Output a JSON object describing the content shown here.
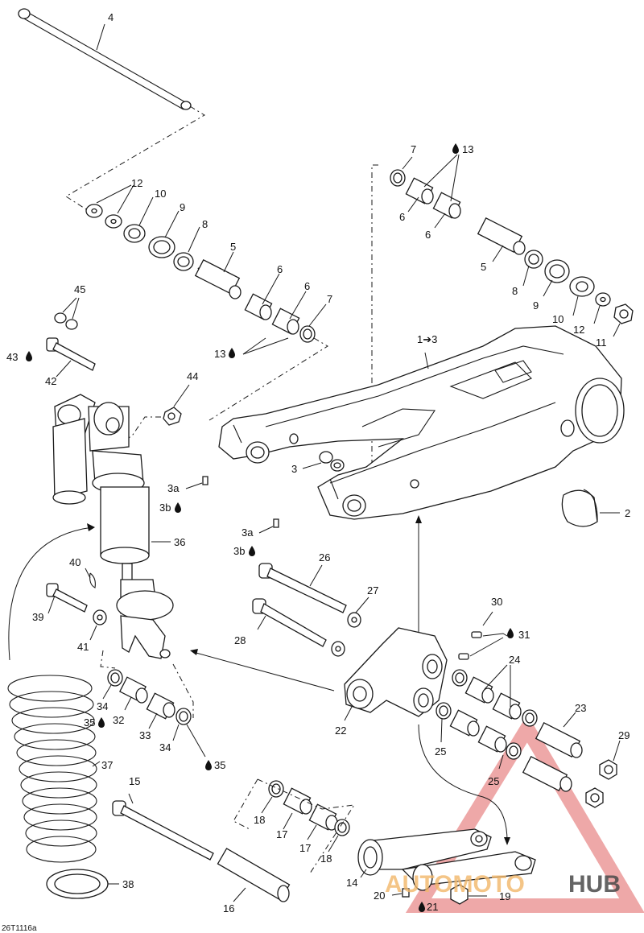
{
  "diagram_code": "26T1116a",
  "watermark": {
    "word_a": "AUTOMOTO",
    "word_b": "HUB",
    "color_a": "#f2b76a",
    "color_b": "#4a4a4a",
    "triangle_color": "#e06060"
  },
  "labels": {
    "l1_3": "1➔3",
    "l2": "2",
    "l3": "3",
    "l3a_1": "3a",
    "l3b_1": "3b",
    "l3a_2": "3a",
    "l3b_2": "3b",
    "l4": "4",
    "l5_a": "5",
    "l5_b": "5",
    "l6_a": "6",
    "l6_b": "6",
    "l6_c": "6",
    "l6_d": "6",
    "l7_a": "7",
    "l7_b": "7",
    "l8_a": "8",
    "l8_b": "8",
    "l9_a": "9",
    "l9_b": "9",
    "l10_a": "10",
    "l10_b": "10",
    "l11": "11",
    "l12_a": "12",
    "l12_b": "12",
    "l13_a": "13",
    "l13_b": "13",
    "l14": "14",
    "l15": "15",
    "l16": "16",
    "l17_a": "17",
    "l17_b": "17",
    "l18_a": "18",
    "l18_b": "18",
    "l19": "19",
    "l20": "20",
    "l21": "21",
    "l22": "22",
    "l23": "23",
    "l24": "24",
    "l25_a": "25",
    "l25_b": "25",
    "l26": "26",
    "l27": "27",
    "l28": "28",
    "l29": "29",
    "l30": "30",
    "l31": "31",
    "l32": "32",
    "l33": "33",
    "l34_a": "34",
    "l34_b": "34",
    "l35_a": "35",
    "l35_b": "35",
    "l36": "36",
    "l37": "37",
    "l38": "38",
    "l39": "39",
    "l40": "40",
    "l41": "41",
    "l42": "42",
    "l43": "43",
    "l44": "44",
    "l45": "45"
  }
}
